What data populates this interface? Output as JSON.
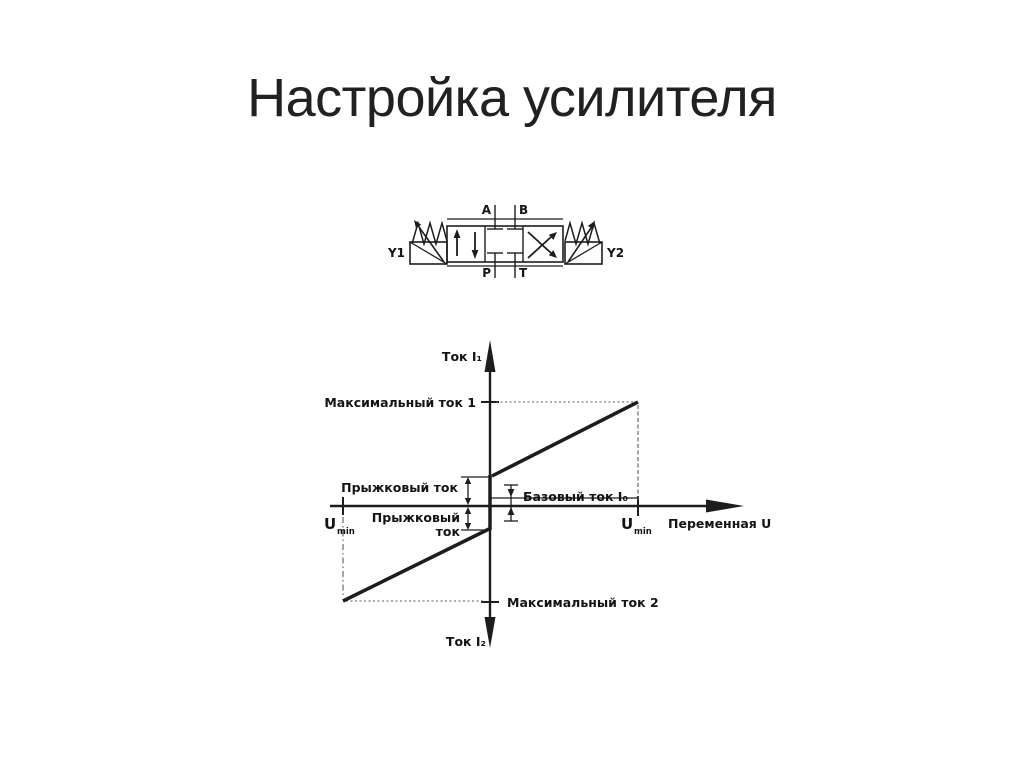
{
  "slide": {
    "title": "Настройка усилителя"
  },
  "colors": {
    "background": "#ffffff",
    "ink": "#1d1d1d",
    "title_text": "#212121"
  },
  "valve": {
    "description": "4/3 proportional directional valve symbol",
    "solenoid_left": "Y1",
    "solenoid_right": "Y2",
    "ports": {
      "a": "A",
      "b": "B",
      "p": "P",
      "t": "T"
    }
  },
  "chart": {
    "type": "line-diagram (qualitative amplifier characteristic)",
    "y_axis_label_top": "Ток I₁",
    "y_axis_label_bottom": "Ток I₂",
    "x_axis_label": "Переменная U",
    "annotations": {
      "max_current_1": "Максимальный ток 1",
      "max_current_2": "Максимальный ток 2",
      "jump_current_upper": "Прыжковый ток",
      "jump_current_lower_line1": "Прыжковый",
      "jump_current_lower_line2": "ток",
      "base_current": "Базовый ток I₀"
    },
    "x_ticks": {
      "left": {
        "base": "U",
        "sub": "min"
      },
      "right": {
        "base": "U",
        "sub": "min"
      }
    }
  }
}
